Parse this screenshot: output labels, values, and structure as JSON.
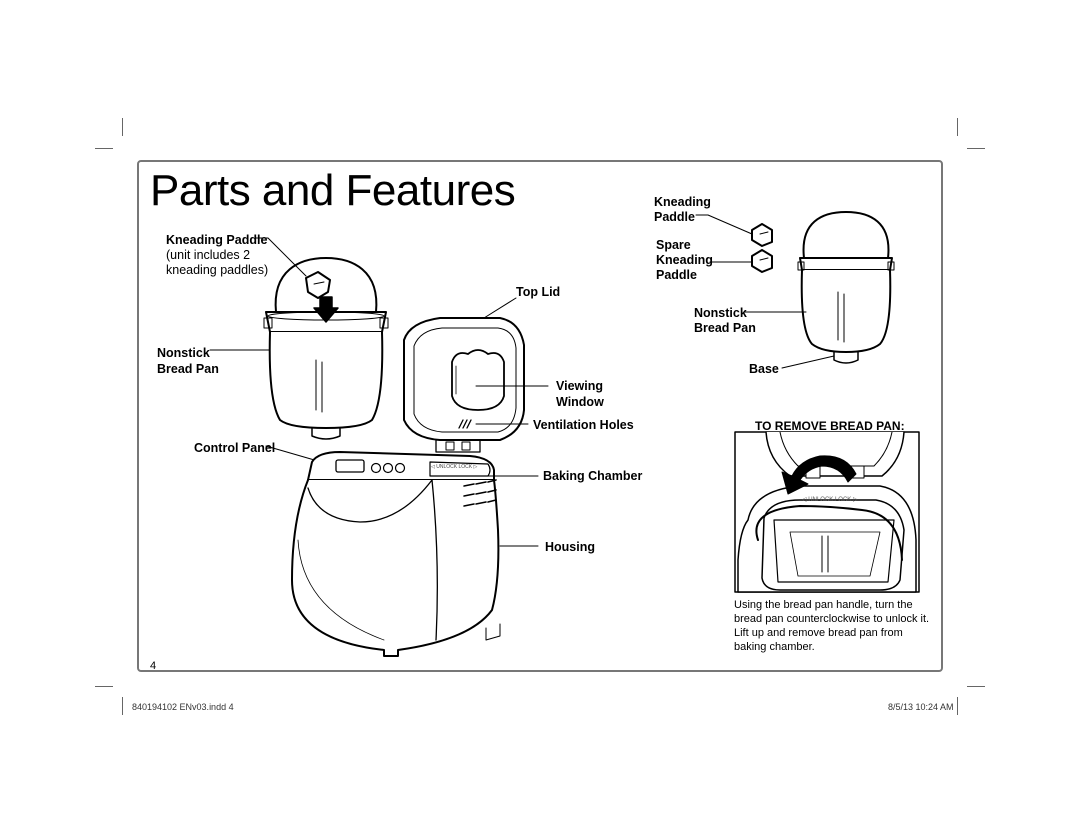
{
  "page": {
    "title": "Parts and Features",
    "page_number": "4"
  },
  "labels": {
    "kneading_paddle": "Kneading Paddle",
    "kneading_paddle_note_1": "(unit includes 2",
    "kneading_paddle_note_2": "kneading paddles)",
    "nonstick_1": "Nonstick",
    "bread_pan_1": "Bread Pan",
    "control_panel": "Control Panel",
    "top_lid": "Top Lid",
    "viewing": "Viewing",
    "window": "Window",
    "ventilation_holes": "Ventilation Holes",
    "baking_chamber": "Baking Chamber",
    "housing": "Housing",
    "kneading_r": "Kneading",
    "paddle_r": "Paddle",
    "spare": "Spare",
    "kneading_spare": "Kneading",
    "paddle_spare": "Paddle",
    "nonstick_r": "Nonstick",
    "bread_pan_r": "Bread Pan",
    "base": "Base",
    "unlock_lock_main": "◁ UNLOCK  LOCK ▷",
    "unlock_lock_inset": "◁  UNLOCK   LOCK ▷"
  },
  "remove_section": {
    "heading": "TO REMOVE BREAD PAN:",
    "caption": "Using the bread pan handle, turn the bread pan counterclockwise to unlock it. Lift up and remove bread pan from baking chamber."
  },
  "footer": {
    "file": "840194102 ENv03.indd   4",
    "date": "8/5/13   10:24 AM"
  }
}
